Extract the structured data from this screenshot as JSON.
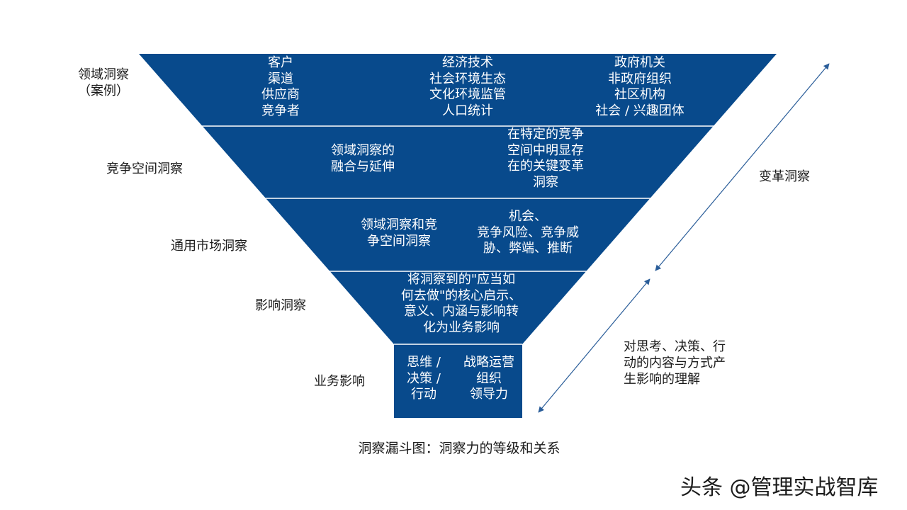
{
  "levels": [
    {
      "label": "领域洞察\n（案例）",
      "groups": [
        "客户\n渠道\n供应商\n竞争者",
        "经济技术\n社会环境生态\n文化环境监管\n人口统计",
        "政府机关\n非政府组织\n社区机构\n社会 / 兴趣团体"
      ]
    },
    {
      "label": "竞争空间洞察",
      "groups": [
        "领域洞察的\n融合与延伸",
        "在特定的竞争\n空间中明显存\n在的关键变革\n洞察"
      ]
    },
    {
      "label": "通用市场洞察",
      "groups": [
        "领域洞察和竞\n争空间洞察",
        "机会、\n竞争风险、竞争威\n胁、弊端、推断"
      ]
    },
    {
      "label": "影响洞察",
      "groups": [
        "将洞察到的\"应当如\n何去做\"的核心启示、\n意义、内涵与影响转\n化为业务影响"
      ]
    },
    {
      "label": "业务影响",
      "groups": [
        "思维 /\n决策 /\n行动",
        "战略运营\n组织\n领导力"
      ]
    }
  ],
  "annotations": {
    "transformation": "变革洞察",
    "impact": "对思考、决策、行\n动的内容与方式产\n生影响的理解"
  },
  "caption": "洞察漏斗图：洞察力的等级和关系",
  "watermark": "头条 @管理实战智库",
  "colors": {
    "funnel_fill": "#084a8c",
    "divider": "#ffffff",
    "arrow": "#2a5d99"
  }
}
